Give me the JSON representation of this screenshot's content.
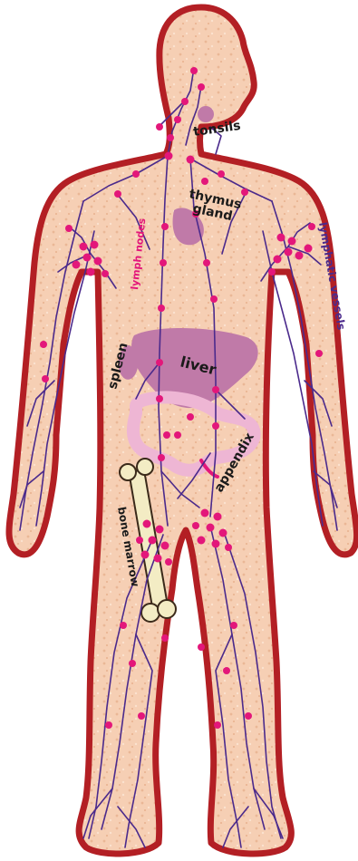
{
  "colors": {
    "outline": "#b31f24",
    "skin": "#f6cfb4",
    "vessel": "#4b2a8c",
    "node": "#e3177a",
    "organ_dark": "#c07aa8",
    "organ_light": "#eeb6d4",
    "bone": "#f3ecc4"
  },
  "labels": {
    "tonsils": "tonsils",
    "thymus": "thymus",
    "gland": "gland",
    "lymph_nodes": "lymph nodes",
    "lymphatic_vessels": "lymphatic vessels",
    "liver": "liver",
    "spleen": "spleen",
    "appendix": "appendix",
    "bone_marrow": "bone marrow"
  }
}
